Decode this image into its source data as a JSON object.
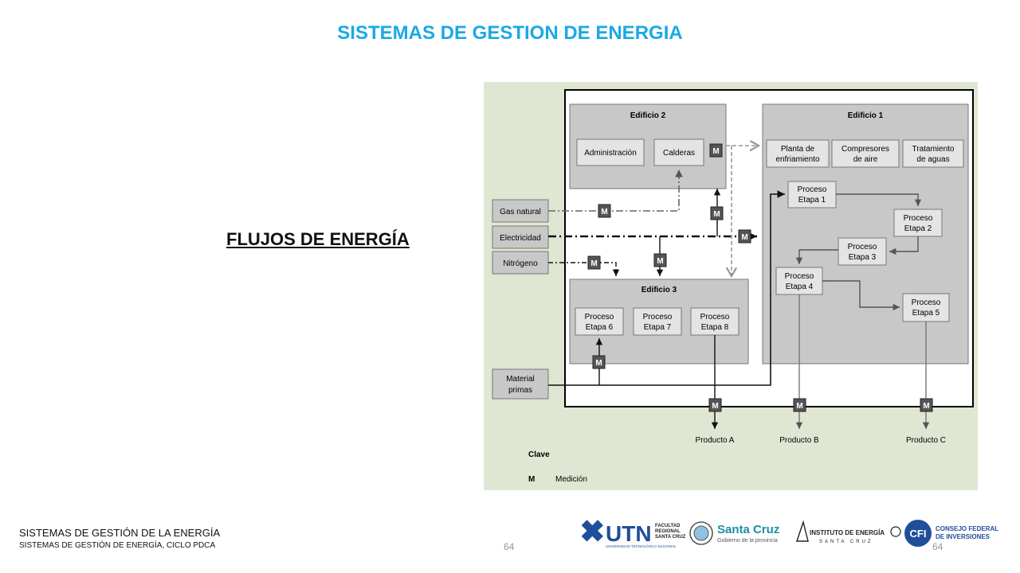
{
  "header": {
    "title": "SISTEMAS DE GESTION DE ENERGIA"
  },
  "subtitle": "FLUJOS DE ENERGÍA",
  "diagram": {
    "buildings": {
      "edificio2": "Edificio 2",
      "edificio1": "Edificio 1",
      "edificio3": "Edificio 3"
    },
    "units": {
      "administracion": "Administración",
      "calderas": "Calderas",
      "planta": [
        "Planta de",
        "enfriamiento"
      ],
      "compresores": [
        "Compresores",
        "de aire"
      ],
      "tratamiento": [
        "Tratamiento",
        "de aguas"
      ]
    },
    "inputs": {
      "gas": "Gas natural",
      "electricidad": "Electricidad",
      "nitrogeno": "Nitrógeno",
      "material": [
        "Material",
        "primas"
      ]
    },
    "processes": {
      "p1": [
        "Proceso",
        "Etapa 1"
      ],
      "p2": [
        "Proceso",
        "Etapa 2"
      ],
      "p3": [
        "Proceso",
        "Etapa 3"
      ],
      "p4": [
        "Proceso",
        "Etapa 4"
      ],
      "p5": [
        "Proceso",
        "Etapa 5"
      ],
      "p6": [
        "Proceso",
        "Etapa 6"
      ],
      "p7": [
        "Proceso",
        "Etapa 7"
      ],
      "p8": [
        "Proceso",
        "Etapa 8"
      ]
    },
    "meter": "M",
    "products": {
      "a": "Producto A",
      "b": "Producto B",
      "c": "Producto C"
    },
    "legend": {
      "title": "Clave",
      "key": "M",
      "meaning": "Medición"
    }
  },
  "footer": {
    "line1": "SISTEMAS DE GESTIÓN DE LA ENERGÍA",
    "line2": "SISTEMAS DE GESTIÓN DE ENERGÍA, CICLO PDCA",
    "page_center": "64",
    "page_right": "64"
  },
  "logos": {
    "utn": "UTN",
    "utn_sub": [
      "FACULTAD",
      "REGIONAL",
      "SANTA CRUZ"
    ],
    "utn_tag": "UNIVERSIDAD TECNOLÓGICA NACIONAL",
    "santacruz": "Santa Cruz",
    "santacruz_sub": "Gobierno de la provincia",
    "instituto": "INSTITUTO DE ENERGÍA",
    "instituto_sub": "SANTA CRUZ",
    "cfi": "CFI",
    "cfi_sub": [
      "CONSEJO FEDERAL",
      "DE INVERSIONES"
    ]
  },
  "colors": {
    "title": "#1aa9e6",
    "panel_bg": "#dfe7d2",
    "box_fill": "#c8c8c8",
    "cfi_blue": "#1f4e9a",
    "santacruz_teal": "#1d8fa6"
  }
}
